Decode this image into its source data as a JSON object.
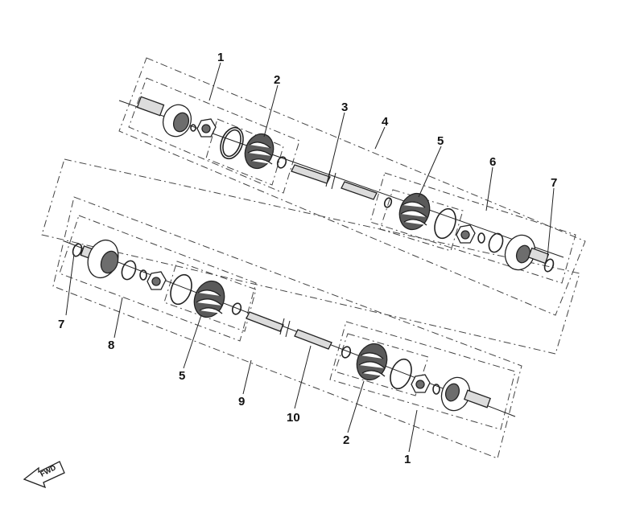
{
  "diagram": {
    "callouts": {
      "c1_top": "1",
      "c2_top": "2",
      "c3": "3",
      "c4": "4",
      "c5_top": "5",
      "c6": "6",
      "c7_right": "7",
      "c7_left": "7",
      "c8": "8",
      "c5_bottom": "5",
      "c9": "9",
      "c10": "10",
      "c2_bottom": "2",
      "c1_bottom": "1"
    },
    "fwd_label": "FWD"
  },
  "colors": {
    "line": "#222222",
    "boot_fill": "#5a5a5a",
    "dashed_frame": "#444444"
  }
}
